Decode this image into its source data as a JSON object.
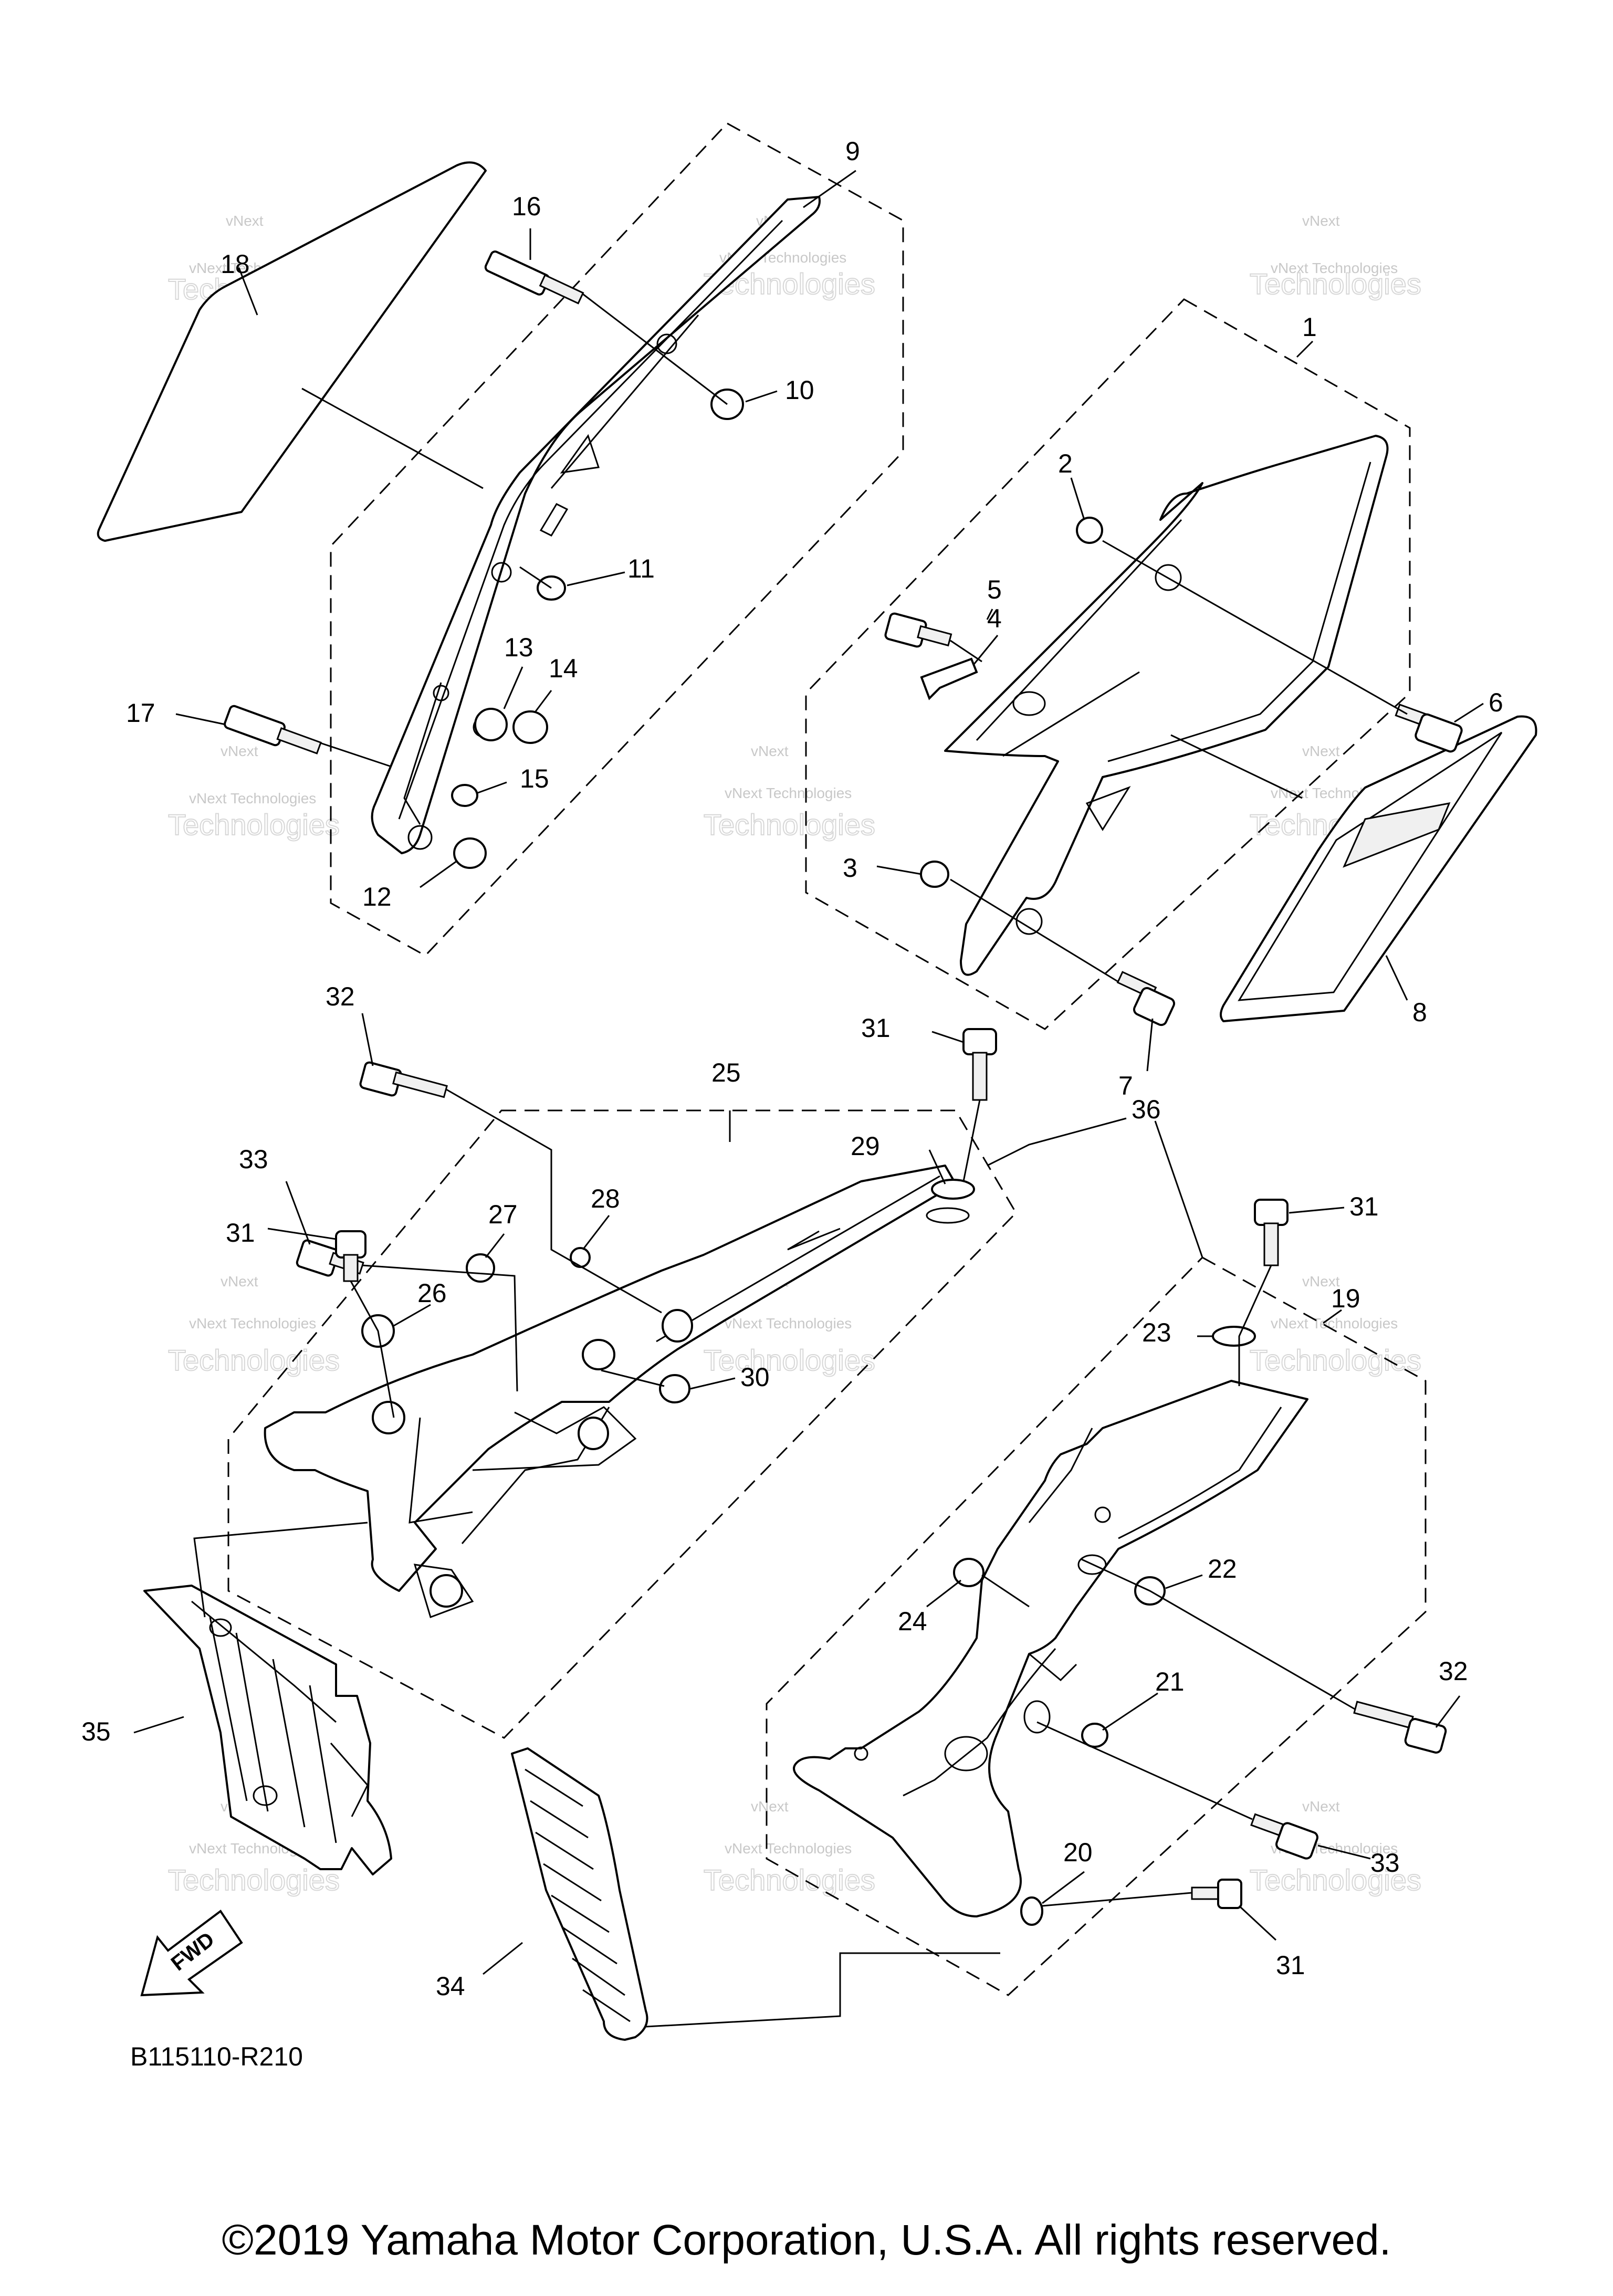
{
  "diagram": {
    "callouts": {
      "p1": "1",
      "p2": "2",
      "p3": "3",
      "p4": "4",
      "p5": "5",
      "p6": "6",
      "p7": "7",
      "p8": "8",
      "p9": "9",
      "p10": "10",
      "p11": "11",
      "p12": "12",
      "p13": "13",
      "p14": "14",
      "p15": "15",
      "p16": "16",
      "p17": "17",
      "p18": "18",
      "p19": "19",
      "p20": "20",
      "p21": "21",
      "p22": "22",
      "p23": "23",
      "p24": "24",
      "p25": "25",
      "p26": "26",
      "p27": "27",
      "p28": "28",
      "p29": "29",
      "p30": "30",
      "p31a": "31",
      "p31b": "31",
      "p31c": "31",
      "p31d": "31",
      "p32a": "32",
      "p32b": "32",
      "p33a": "33",
      "p33b": "33",
      "p34": "34",
      "p35": "35",
      "p36": "36"
    },
    "watermark": {
      "line1": "vNext",
      "line2": "vNext Technologies",
      "line3": "Technologies"
    },
    "fwd_label": "FWD",
    "code": "B115110-R210"
  },
  "footer": {
    "copyright": "©2019 Yamaha Motor Corporation, U.S.A. All rights reserved."
  }
}
